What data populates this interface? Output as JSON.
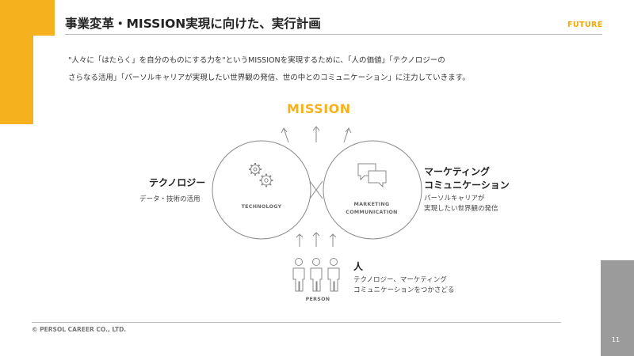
{
  "header": {
    "title": "事業変革・MISSION実現に向けた、実行計画",
    "tag": "FUTURE"
  },
  "intro": {
    "line1": "\"人々に「はたらく」を自分のものにする力を\"というMISSIONを実現するために、「人の価値」「テクノロジーの",
    "line2": "さらなる活用」「パーソルキャリアが実現したい世界観の発信、世の中とのコミュニケーション」に注力していきます。"
  },
  "diagram": {
    "mission_label": "MISSION",
    "circle_left_label": "TECHNOLOGY",
    "circle_right_label_line1": "MARKETING",
    "circle_right_label_line2": "COMMUNICATION",
    "person_label": "PERSON",
    "accent_color": "#F5B21E",
    "line_color": "#8a8a8a",
    "icons": [
      "gears-icon",
      "speech-bubbles-icon",
      "people-icon",
      "arrow-up-icon"
    ]
  },
  "technology": {
    "heading": "テクノロジー",
    "sub": "データ・技術の活用"
  },
  "marketing": {
    "heading_line1": "マーケティング",
    "heading_line2": "コミュニケーション",
    "sub_line1": "パーソルキャリアが",
    "sub_line2": "実現したい世界観の発信"
  },
  "person": {
    "heading": "人",
    "sub_line1": "テクノロジー、マーケティング",
    "sub_line2": "コミュニケーションをつかさどる"
  },
  "footer": {
    "copyright": "© PERSOL CAREER CO., LTD.",
    "page_number": "11"
  }
}
